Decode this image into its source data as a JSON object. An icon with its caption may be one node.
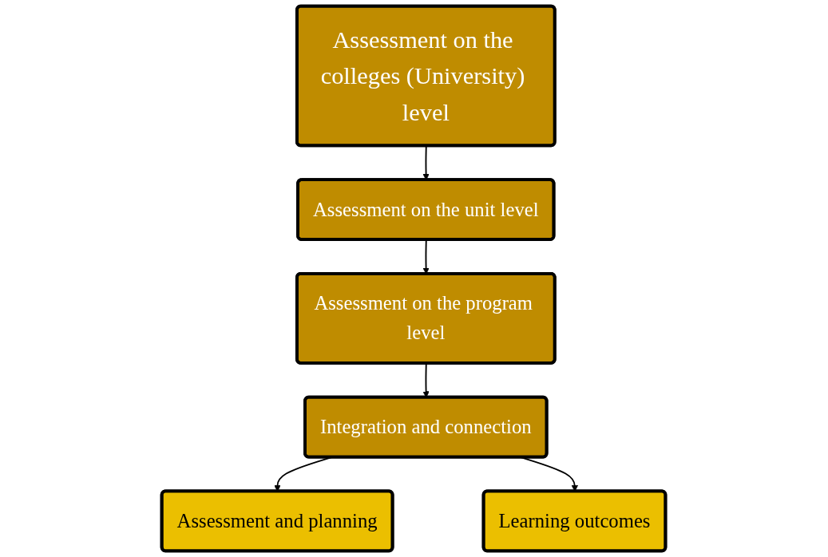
{
  "diagram": {
    "nodes": [
      {
        "text": [
          "Assessment on the colleges (University) level"
        ]
      },
      {
        "text": [
          "Assessment on the unit level"
        ]
      },
      {
        "text": [
          "Assessment on the program level"
        ]
      },
      {
        "text": [
          "Integration and connection"
        ]
      },
      {
        "text": [
          "Assessment and planning"
        ]
      },
      {
        "text": [
          "Learning outcomes"
        ]
      }
    ],
    "edges": [
      {
        "from": 0,
        "to": 1,
        "arrow": "to"
      },
      {
        "from": 1,
        "to": 2,
        "arrow": "to"
      },
      {
        "from": 2,
        "to": 3,
        "arrow": "to"
      },
      {
        "from": 3,
        "to": 4,
        "arrow": "to"
      },
      {
        "from": 3,
        "to": 5,
        "arrow": "to"
      }
    ]
  }
}
